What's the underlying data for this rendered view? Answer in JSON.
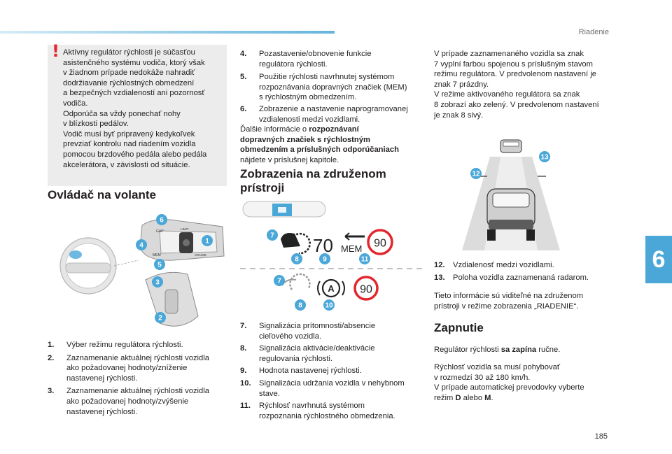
{
  "header": {
    "section": "Riadenie",
    "chapter_tab": "6",
    "page_number": "185"
  },
  "warning": {
    "mark": "!",
    "text": "Aktívny regulátor rýchlosti je súčasťou\nasistenčného systému vodiča, ktorý však\nv žiadnom prípade nedokáže nahradiť\ndodržiavanie rýchlostných obmedzení\na bezpečných vzdialeností ani pozornosť\nvodiča.\nOdporúča sa vždy ponechať nohy\nv blízkosti pedálov.\nVodič musí byť pripravený kedykoľvek\nprevziať kontrolu nad riadením vozidla\npomocou brzdového pedála alebo pedála\nakcelerátora, v závislosti od situácie."
  },
  "col1": {
    "heading": "Ovládač na volante",
    "figure_labels": {
      "b6": "6",
      "b4": "4",
      "b1": "1",
      "b5": "5",
      "b3": "3",
      "b2": "2",
      "gap": "GAP",
      "mem": "MEM",
      "limit": "LIMIT",
      "cruise": "CRUISE"
    },
    "items": [
      {
        "num": "1.",
        "text": "Výber režimu regulátora rýchlosti."
      },
      {
        "num": "2.",
        "text": "Zaznamenanie aktuálnej rýchlosti vozidla\nako požadovanej hodnoty/zníženie\nnastavenej rýchlosti."
      },
      {
        "num": "3.",
        "text": "Zaznamenanie aktuálnej rýchlosti vozidla\nako požadovanej hodnoty/zvýšenie\nnastavenej rýchlosti."
      }
    ]
  },
  "col2": {
    "items_top": [
      {
        "num": "4.",
        "text": "Pozastavenie/obnovenie funkcie\nregulátora rýchlosti."
      },
      {
        "num": "5.",
        "text": "Použitie rýchlosti navrhnutej systémom\nrozpoznávania dopravných značiek (MEM)\ns rýchlostným obmedzením."
      },
      {
        "num": "6.",
        "text": "Zobrazenie a nastavenie naprogramovanej\nvzdialenosti medzi vozidlami."
      }
    ],
    "more_info_prefix": "Ďalšie informácie o ",
    "more_info_bold": "rozpoznávaní\ndopravných značiek s rýchlostným\nobmedzením a príslušných odporúčaniach",
    "more_info_suffix": "\nnájdete v príslušnej kapitole.",
    "heading": "Zobrazenia na združenom\nprístroji",
    "display": {
      "speed": "70",
      "mem": "MEM",
      "sign1": "90",
      "sign2": "90",
      "auto": "A",
      "b7a": "7",
      "b8a": "8",
      "b9": "9",
      "b11": "11",
      "b7b": "7",
      "b8b": "8",
      "b10": "10"
    },
    "items_bottom": [
      {
        "num": "7.",
        "text": "Signalizácia prítomnosti/absencie\ncieľového vozidla."
      },
      {
        "num": "8.",
        "text": "Signalizácia aktivácie/deaktivácie\nregulovania rýchlosti."
      },
      {
        "num": "9.",
        "text": "Hodnota nastavenej rýchlosti."
      },
      {
        "num": "10.",
        "text": "Signalizácia udržania vozidla v nehybnom\nstave."
      },
      {
        "num": "11.",
        "text": "Rýchlosť navrhnutá systémom\nrozpoznania rýchlostného obmedzenia."
      }
    ]
  },
  "col3": {
    "p1": "V prípade zaznamenaného vozidla sa znak\n7 vyplní farbou spojenou s príslušným stavom\nrežimu regulátora. V predvolenom nastavení je\nznak 7 prázdny.\nV režime aktivovaného regulátora sa znak\n8 zobrazí ako zelený. V predvolenom nastavení\nje znak 8 sivý.",
    "figure_labels": {
      "b13": "13",
      "b12": "12"
    },
    "items": [
      {
        "num": "12.",
        "text": "Vzdialenosť medzi vozidlami."
      },
      {
        "num": "13.",
        "text": "Poloha vozidla zaznamenaná radarom."
      }
    ],
    "p2": "Tieto informácie sú viditeľné na združenom\nprístroji v režime zobrazenia „RIADENIE“.",
    "heading": "Zapnutie",
    "p3_prefix": "Regulátor rýchlosti ",
    "p3_bold": "sa zapína",
    "p3_suffix": " ručne.",
    "p4_a": "Rýchlosť vozidla sa musí pohybovať\nv rozmedzí 30 až 180 km/h.\nV prípade automatickej prevodovky vyberte\nrežim ",
    "p4_d": "D",
    "p4_b": " alebo ",
    "p4_m": "M",
    "p4_c": "."
  },
  "colors": {
    "accent": "#4aa7d8",
    "warning_red": "#e3262d",
    "sign_red": "#e3262d",
    "box_grey": "#ececec"
  }
}
